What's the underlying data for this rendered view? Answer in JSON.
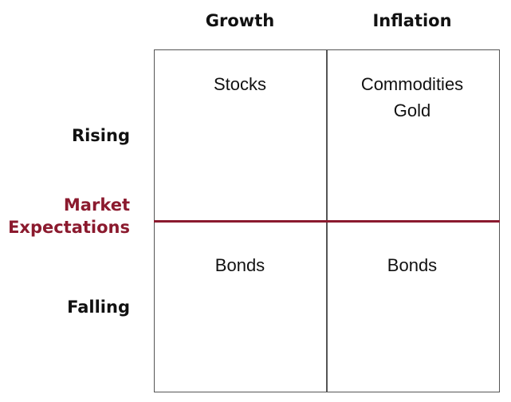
{
  "columns": {
    "growth": "Growth",
    "inflation": "Inflation"
  },
  "rows": {
    "rising": "Rising",
    "falling": "Falling"
  },
  "axis_label": {
    "line1": "Market",
    "line2": "Expectations"
  },
  "cells": {
    "rising_growth": [
      "Stocks"
    ],
    "rising_inflation": [
      "Commodities",
      "Gold"
    ],
    "falling_growth": [
      "Bonds"
    ],
    "falling_inflation": [
      "Bonds"
    ]
  },
  "colors": {
    "accent": "#8b1a2e",
    "border": "#555555"
  }
}
